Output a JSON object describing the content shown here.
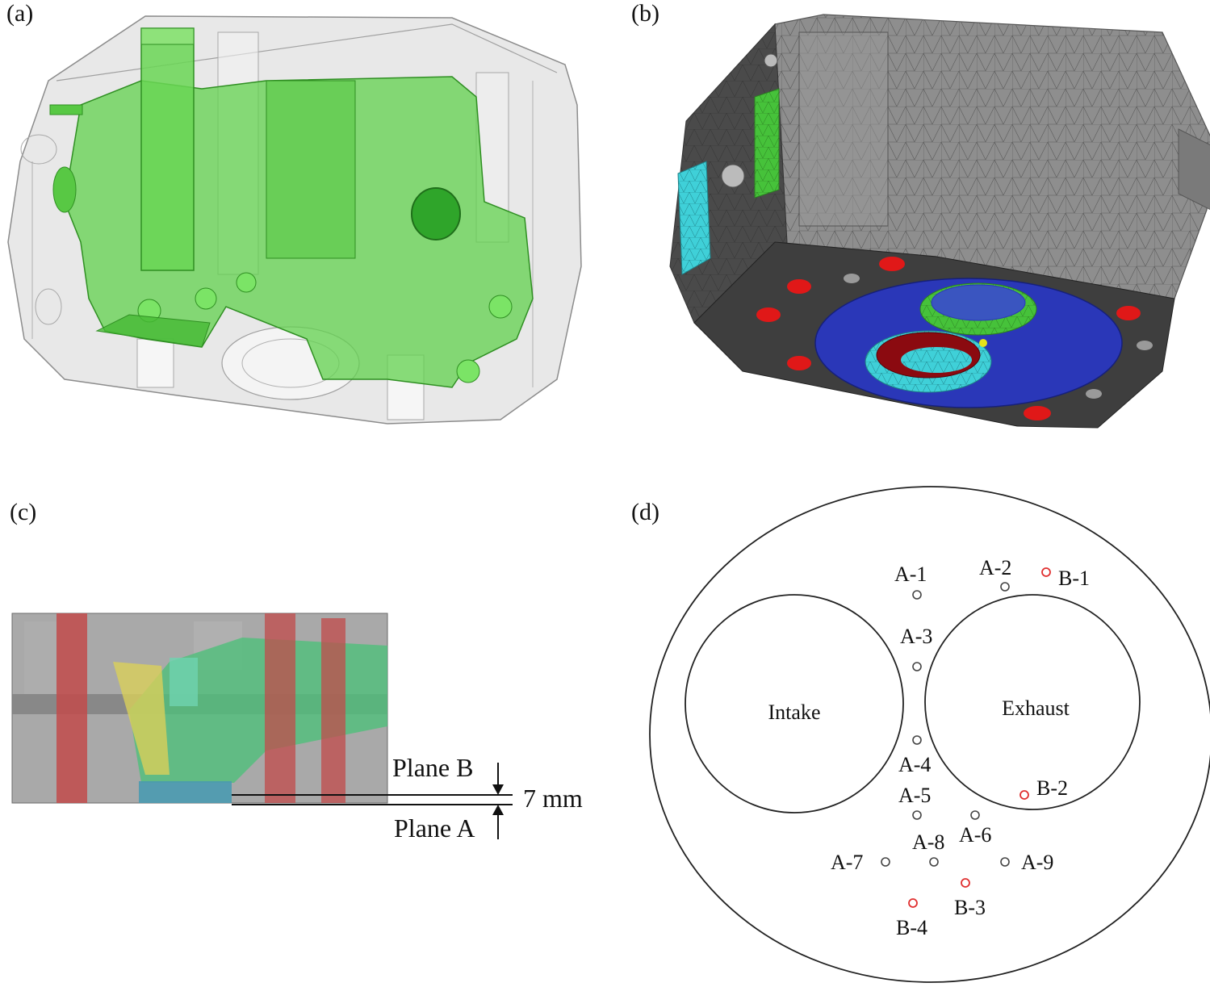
{
  "panels": {
    "a": {
      "label": "(a)"
    },
    "b": {
      "label": "(b)"
    },
    "c": {
      "label": "(c)",
      "plane_b": "Plane B",
      "plane_a": "Plane A",
      "distance": "7 mm"
    },
    "d": {
      "label": "(d)",
      "intake": "Intake",
      "exhaust": "Exhaust",
      "points_a": [
        {
          "id": "A-1"
        },
        {
          "id": "A-2"
        },
        {
          "id": "A-3"
        },
        {
          "id": "A-4"
        },
        {
          "id": "A-5"
        },
        {
          "id": "A-6"
        },
        {
          "id": "A-7"
        },
        {
          "id": "A-8"
        },
        {
          "id": "A-9"
        }
      ],
      "points_b": [
        {
          "id": "B-1"
        },
        {
          "id": "B-2"
        },
        {
          "id": "B-3"
        },
        {
          "id": "B-4"
        }
      ]
    }
  },
  "colors": {
    "green": "#5fd24a",
    "gray_mesh": "#8a8a8a",
    "blue": "#2a37b8",
    "cyan": "#3fd0d8",
    "red": "#e01818",
    "dark_red": "#8b0a10",
    "b_marker": "#e03030",
    "a_marker": "#444444"
  }
}
